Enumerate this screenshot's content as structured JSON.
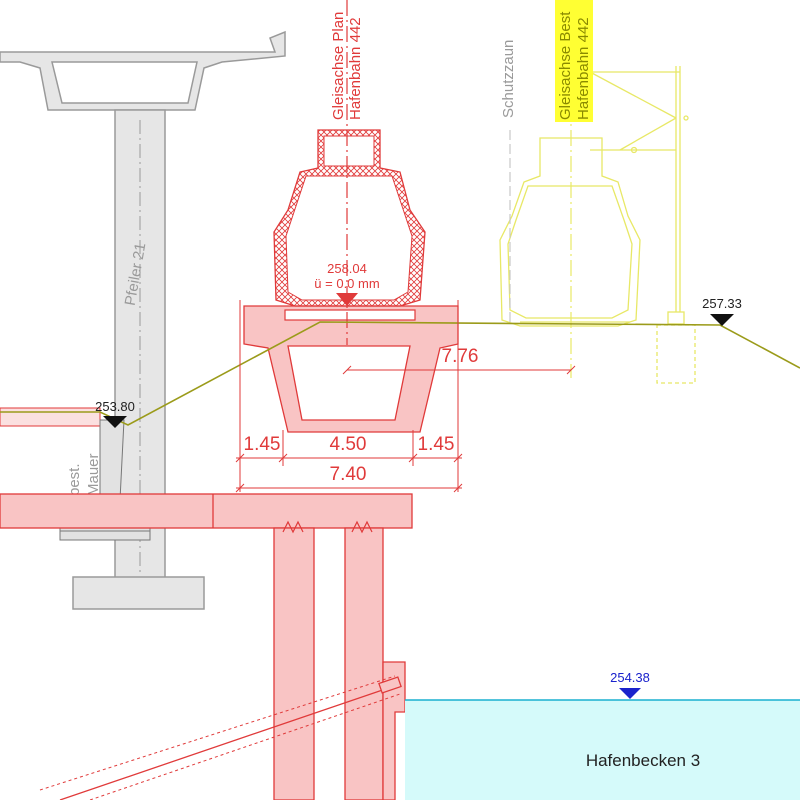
{
  "colors": {
    "concrete_gray_fill": "#e6e6e6",
    "concrete_gray_line": "#9a9a9a",
    "planned_red_fill": "#f9c4c4",
    "planned_red_line": "#e03a3a",
    "existing_yellow": "#e8e866",
    "ground_line": "#9b9b1a",
    "water_fill": "#d5fafa",
    "water_line": "#1ab0d0",
    "water_marker": "#1a22cc"
  },
  "labels": {
    "pillar": "Pfeiler 21",
    "track_axis_planned_1": "Gleisachse Plan",
    "track_axis_planned_2": "Hafenbahn 442",
    "track_axis_existing_1": "Gleisachse Best",
    "track_axis_existing_2": "Hafenbahn 442",
    "fence": "Schutzzaun",
    "wall_1": "best.",
    "wall_2": "Mauer",
    "basin": "Hafenbecken 3"
  },
  "levels": {
    "rail_top": "258.04",
    "cant": "ü = 0.0 mm",
    "ground_right": "257.33",
    "ground_left": "253.80",
    "water": "254.38"
  },
  "dimensions": {
    "offset": "7.76",
    "left_wing": "1.45",
    "middle": "4.50",
    "right_wing": "1.45",
    "total": "7.40"
  }
}
